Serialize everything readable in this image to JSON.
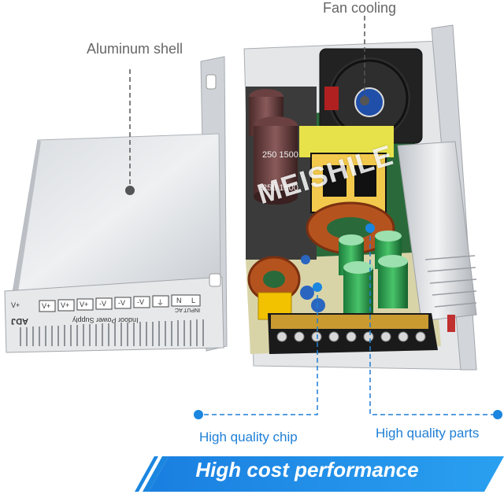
{
  "labels": {
    "fan_cooling": "Fan cooling",
    "aluminum_shell": "Aluminum shell",
    "chip": "High quality chip",
    "parts": "High quality parts"
  },
  "banner": {
    "text": "High cost performance",
    "color": "#1e8ee6"
  },
  "watermark": "MEISHILE",
  "panel": {
    "terminals": [
      "V+",
      "V+",
      "V+",
      "-V",
      "-V",
      "-V",
      "⏚",
      "N",
      "L"
    ],
    "brand_text": "Indoor Power Supply",
    "adj_text": "ADJ",
    "input_text": "INPUT AC",
    "vplus": "V+"
  },
  "capacitor_text": "250 1500",
  "colors": {
    "accent_blue": "#1f7fd6",
    "dot_blue": "#1a86e0",
    "leader_gray": "#555555"
  }
}
